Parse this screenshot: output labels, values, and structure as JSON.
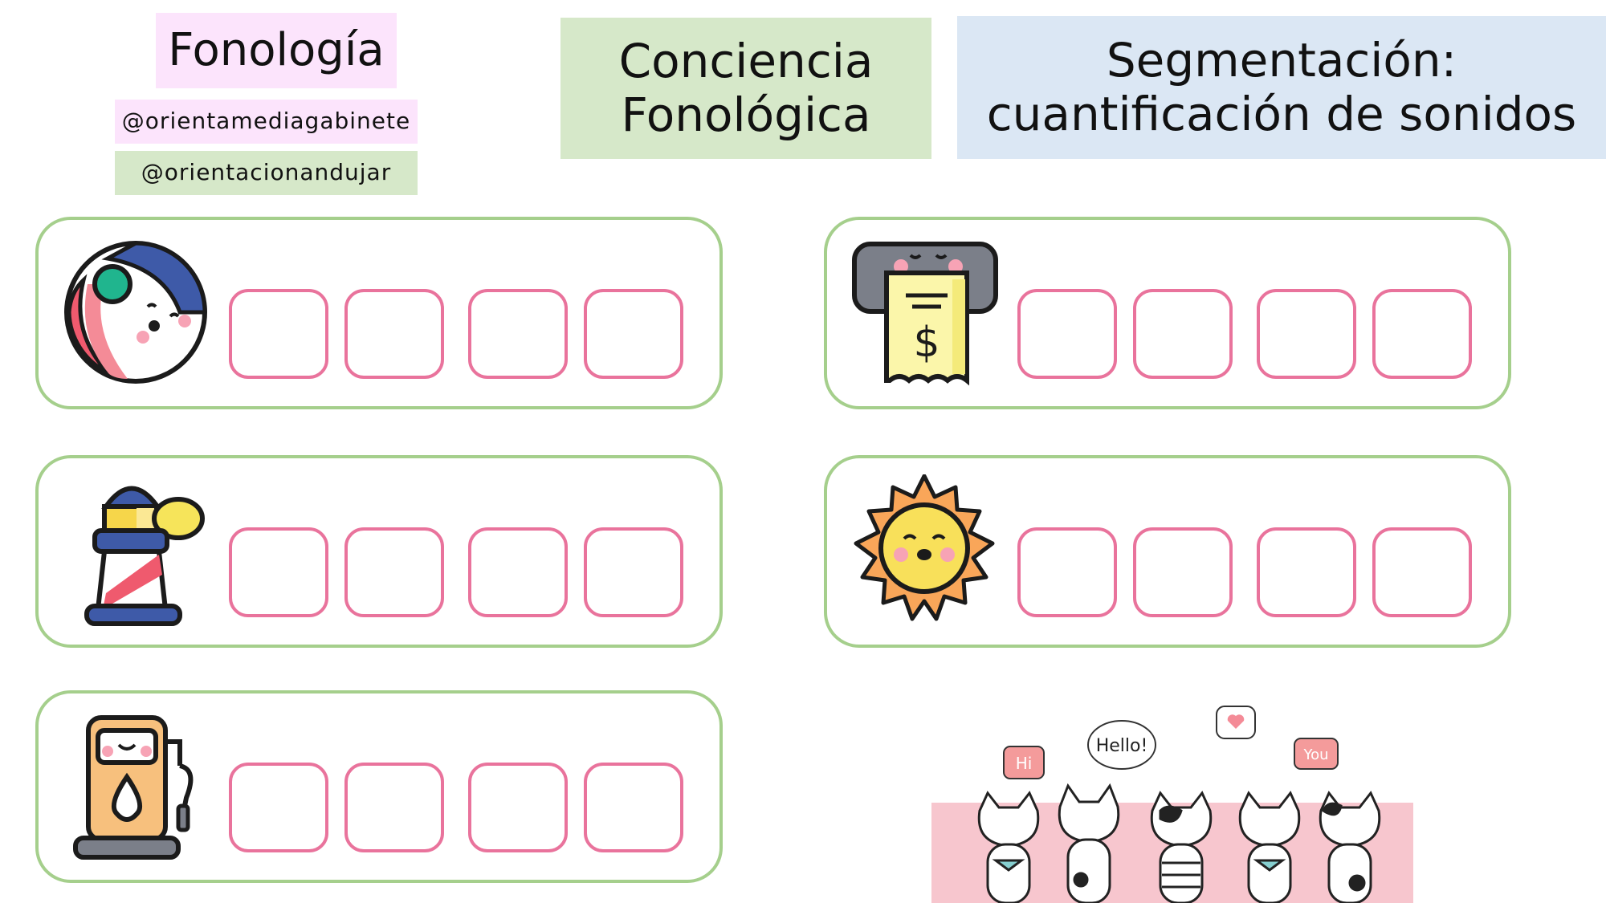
{
  "header": {
    "title": "Fonología",
    "handles": [
      "@orientamediagabinete",
      "@orientacionandujar"
    ],
    "subtitle_lines": [
      "Conciencia",
      "Fonológica"
    ],
    "activity_lines": [
      "Segmentación:",
      "cuantificación de sonidos"
    ]
  },
  "cards": [
    {
      "icon": "beach-ball-icon",
      "slots": 4
    },
    {
      "icon": "lighthouse-icon",
      "slots": 4
    },
    {
      "icon": "gas-pump-icon",
      "slots": 4
    },
    {
      "icon": "receipt-printer-icon",
      "slots": 4
    },
    {
      "icon": "sun-icon",
      "slots": 4
    }
  ],
  "decoration": {
    "icon": "cats-banner-icon",
    "bubbles": [
      "Hi",
      "Hello!",
      "You"
    ]
  },
  "colors": {
    "card_border": "#a5cf8c",
    "slot_border": "#e9739c",
    "pink_label": "#fce4fc",
    "green_label": "#d6e8c9",
    "blue_label": "#dbe7f4"
  }
}
